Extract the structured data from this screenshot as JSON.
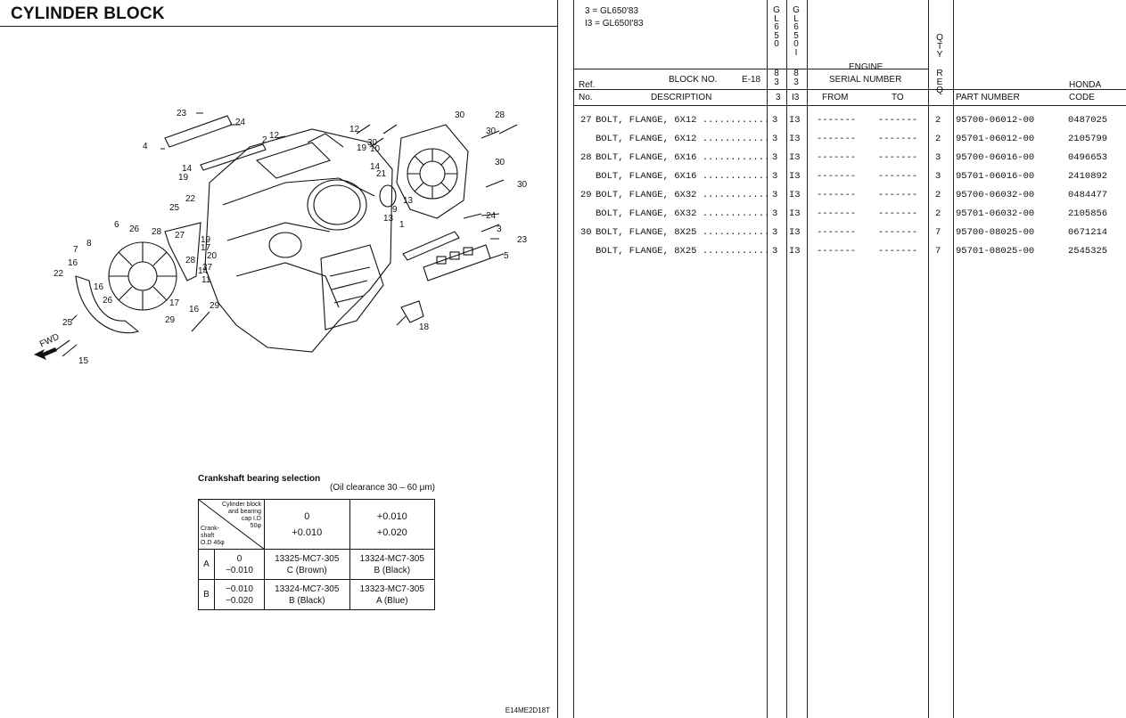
{
  "left_page": {
    "title": "CYLINDER BLOCK",
    "fwd_label": "FWD",
    "callouts": [
      "23",
      "24",
      "12",
      "2",
      "4",
      "12",
      "19",
      "30",
      "10",
      "14",
      "21",
      "30",
      "28",
      "30",
      "30",
      "30",
      "14",
      "19",
      "22",
      "25",
      "13",
      "9",
      "13",
      "24",
      "1",
      "3",
      "23",
      "5",
      "6",
      "26",
      "28",
      "27",
      "19",
      "17",
      "20",
      "7",
      "8",
      "28",
      "14",
      "27",
      "11",
      "16",
      "16",
      "26",
      "17",
      "29",
      "22",
      "16",
      "25",
      "29",
      "15",
      "18"
    ],
    "selection": {
      "heading": "Crankshaft bearing selection",
      "subheading": "(Oil clearance 30 – 60 μm)",
      "corner_top": [
        "Cylinder block",
        "and bearing",
        "cap I.D",
        "50φ"
      ],
      "corner_bottom": [
        "Crank-",
        "shaft",
        "O.D  46φ"
      ],
      "col_heads": [
        {
          "a": "0",
          "b": "+0.010"
        },
        {
          "a": "+0.010",
          "b": "+0.020"
        }
      ],
      "rows": [
        {
          "label": "A",
          "range_a": "0",
          "range_b": "−0.010",
          "cells": [
            {
              "p": "13325-MC7-305",
              "c": "C (Brown)"
            },
            {
              "p": "13324-MC7-305",
              "c": "B (Black)"
            }
          ]
        },
        {
          "label": "B",
          "range_a": "−0.010",
          "range_b": "−0.020",
          "cells": [
            {
              "p": "13324-MC7-305",
              "c": "B (Black)"
            },
            {
              "p": "13323-MC7-305",
              "c": "A (Blue)"
            }
          ]
        }
      ]
    },
    "footer_code": "E14ME2D18T"
  },
  "right_page": {
    "legend": [
      "3 = GL650'83",
      "I3 = GL650I'83"
    ],
    "model_col_1": [
      "G",
      "L",
      "6",
      "5",
      "0"
    ],
    "model_col_2": [
      "G",
      "L",
      "6",
      "5",
      "0",
      "I"
    ],
    "model_year_1": [
      "8",
      "3"
    ],
    "model_year_2": [
      "8",
      "3"
    ],
    "qty_vertical": [
      "Q",
      "T",
      "Y"
    ],
    "req_vertical": [
      "R",
      "E",
      "Q"
    ],
    "headers": {
      "ref": "Ref.",
      "no": "No.",
      "block_no_label": "BLOCK NO.",
      "block_no": "E-18",
      "description": "DESCRIPTION",
      "col1_code": "3",
      "col2_code": "I3",
      "engine": "ENGINE",
      "serial_number": "SERIAL NUMBER",
      "from": "FROM",
      "to": "TO",
      "part_number": "PART NUMBER",
      "honda": "HONDA",
      "code": "CODE"
    },
    "rows": [
      {
        "ref": "27",
        "desc": "BOLT, FLANGE, 6X12 ............",
        "m1": "3",
        "m2": "I3",
        "from": "-------",
        "to": "-------",
        "qty": "2",
        "pn": "95700-06012-00",
        "code": "0487025"
      },
      {
        "ref": "",
        "desc": "BOLT, FLANGE, 6X12 ............",
        "m1": "3",
        "m2": "I3",
        "from": "-------",
        "to": "-------",
        "qty": "2",
        "pn": "95701-06012-00",
        "code": "2105799"
      },
      {
        "ref": "28",
        "desc": "BOLT, FLANGE, 6X16 ............",
        "m1": "3",
        "m2": "I3",
        "from": "-------",
        "to": "-------",
        "qty": "3",
        "pn": "95700-06016-00",
        "code": "0496653"
      },
      {
        "ref": "",
        "desc": "BOLT, FLANGE, 6X16 ............",
        "m1": "3",
        "m2": "I3",
        "from": "-------",
        "to": "-------",
        "qty": "3",
        "pn": "95701-06016-00",
        "code": "2410892"
      },
      {
        "ref": "29",
        "desc": "BOLT, FLANGE, 6X32 ............",
        "m1": "3",
        "m2": "I3",
        "from": "-------",
        "to": "-------",
        "qty": "2",
        "pn": "95700-06032-00",
        "code": "0484477"
      },
      {
        "ref": "",
        "desc": "BOLT, FLANGE, 6X32 ............",
        "m1": "3",
        "m2": "I3",
        "from": "-------",
        "to": "-------",
        "qty": "2",
        "pn": "95701-06032-00",
        "code": "2105856"
      },
      {
        "ref": "30",
        "desc": "BOLT, FLANGE, 8X25 ............",
        "m1": "3",
        "m2": "I3",
        "from": "-------",
        "to": "-------",
        "qty": "7",
        "pn": "95700-08025-00",
        "code": "0671214"
      },
      {
        "ref": "",
        "desc": "BOLT, FLANGE, 8X25 ............",
        "m1": "3",
        "m2": "I3",
        "from": "-------",
        "to": "-------",
        "qty": "7",
        "pn": "95701-08025-00",
        "code": "2545325"
      }
    ]
  }
}
